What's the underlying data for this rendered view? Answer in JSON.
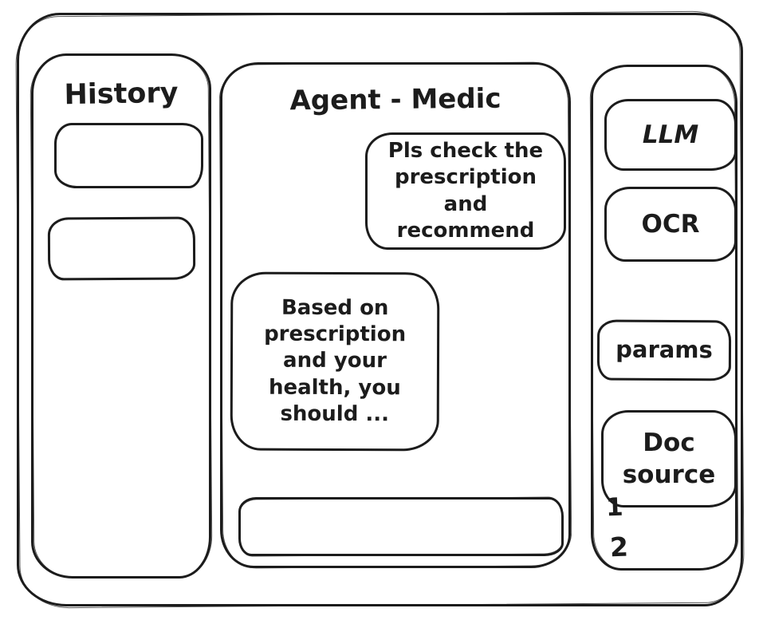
{
  "history": {
    "title": "History",
    "items": [
      {
        "label": ""
      },
      {
        "label": ""
      }
    ]
  },
  "chat": {
    "title": "Agent - Medic",
    "messages": [
      {
        "role": "user",
        "text": "Pls check the prescription and recommend"
      },
      {
        "role": "agent",
        "text": "Based on prescription and your health, you should ..."
      }
    ],
    "input": {
      "value": "",
      "placeholder": ""
    }
  },
  "tools": {
    "items": [
      {
        "label": "LLM"
      },
      {
        "label": "OCR"
      },
      {
        "label": "params"
      },
      {
        "label": "Doc source"
      }
    ],
    "annotations": [
      {
        "label": "1"
      },
      {
        "label": "2"
      }
    ]
  },
  "colors": {
    "ink": "#1c1c1c",
    "background": "#ffffff"
  }
}
